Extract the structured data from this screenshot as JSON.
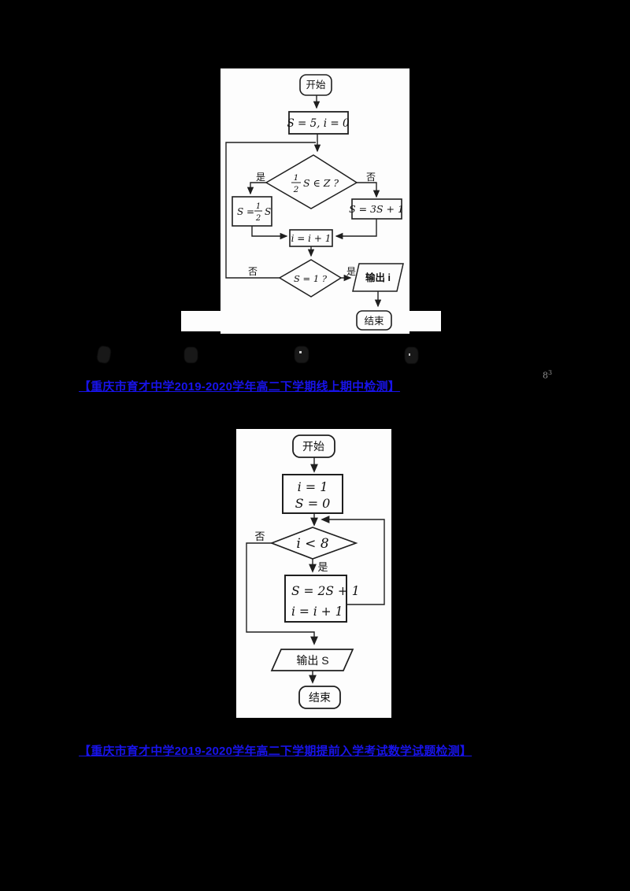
{
  "page": {
    "background": "#000000",
    "accent_blue": "#1813e9"
  },
  "links": {
    "line1": "【重庆市育才中学2019-2020学年高二下学期线上期中检测】",
    "line2": "【重庆市育才中学2019-2020学年高二下学期提前入学考试数学试题检测】"
  },
  "footnote": {
    "main": "8",
    "sup": "3"
  },
  "flowchart1": {
    "start": "开始",
    "init": "S = 5, i = 0",
    "cond1_num": "1",
    "cond1_den": "2",
    "cond1_rest": "S ∈ Z ?",
    "yes1": "是",
    "no1": "否",
    "left_lhs": "S =",
    "left_num": "1",
    "left_den": "2",
    "left_rhs": "S",
    "right_box": "S = 3S + 1",
    "inc_box": "i = i + 1",
    "cond2": "S = 1 ?",
    "no2": "否",
    "yes2": "是",
    "output": "输出 i",
    "end": "结束"
  },
  "flowchart2": {
    "start": "开始",
    "init_line1": "i = 1",
    "init_line2": "S = 0",
    "cond": "i < 8",
    "no": "否",
    "yes": "是",
    "body_line1": "S = 2S + 1",
    "body_line2": "i = i + 1",
    "output": "输出 S",
    "end": "结束"
  }
}
